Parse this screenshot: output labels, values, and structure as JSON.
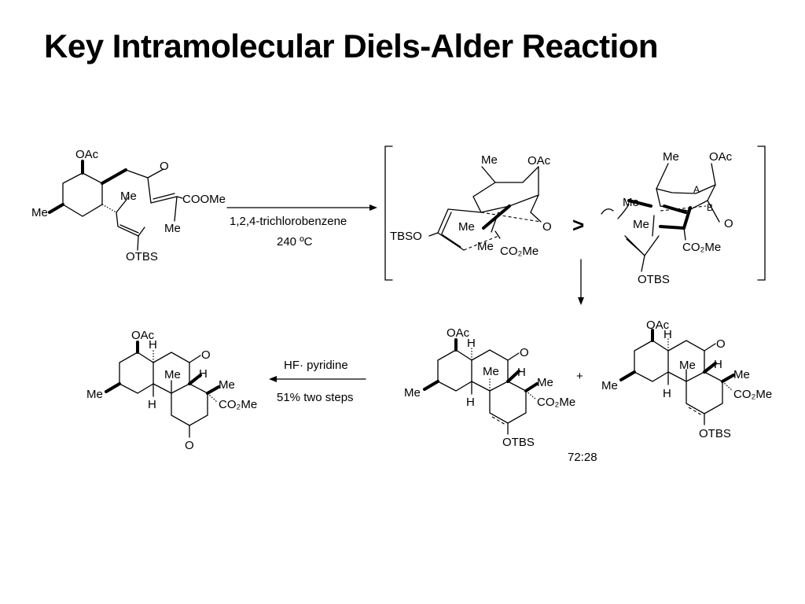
{
  "slide": {
    "title": "Key Intramolecular Diels-Alder Reaction"
  },
  "step1": {
    "reagent": "1,2,4-trichlorobenzene",
    "temperature": "240 ºC"
  },
  "ts_compare": {
    "symbol": ">"
  },
  "step2": {
    "reagent": "HF· pyridine",
    "yield": "51% two steps"
  },
  "products": {
    "plus": "+",
    "ratio": "72:28"
  },
  "labels": {
    "oac": "OAc",
    "me": "Me",
    "o": "O",
    "coome": "COOMe",
    "otbs": "OTBS",
    "tbso": "TBSO",
    "co2me": "CO₂Me",
    "h": "H",
    "ring_a": "A",
    "ring_b": "B"
  }
}
